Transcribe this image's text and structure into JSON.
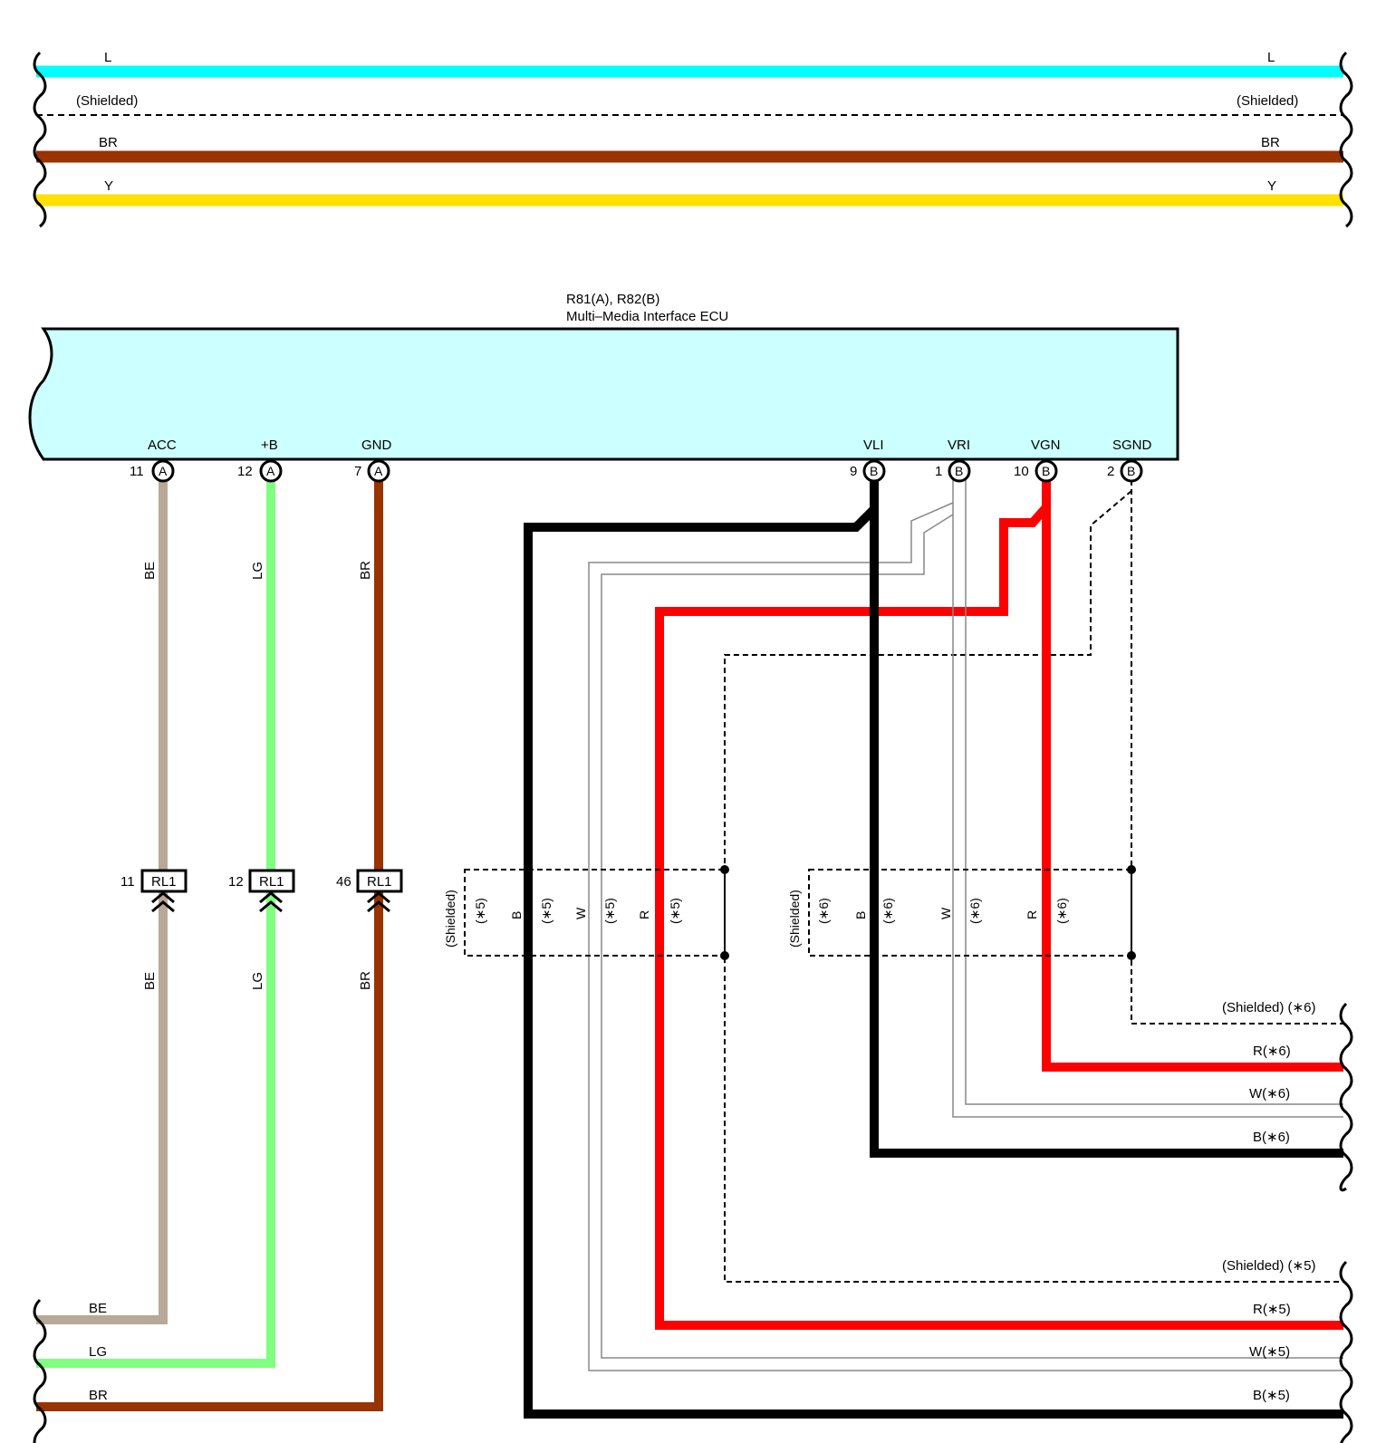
{
  "top_wires": [
    {
      "label": "L",
      "color": "#00ffff",
      "style": "solid"
    },
    {
      "label": "(Shielded)",
      "color": "#000000",
      "style": "dashed"
    },
    {
      "label": "BR",
      "color": "#993300",
      "style": "solid"
    },
    {
      "label": "Y",
      "color": "#ffe000",
      "style": "solid"
    }
  ],
  "ecu": {
    "title": "R81(A), R82(B)",
    "subtitle": "Multi–Media Interface ECU",
    "fill": "#ccffff",
    "pins": [
      {
        "name": "ACC",
        "num": "11",
        "conn": "A"
      },
      {
        "name": "+B",
        "num": "12",
        "conn": "A"
      },
      {
        "name": "GND",
        "num": "7",
        "conn": "A"
      },
      {
        "name": "VLI",
        "num": "9",
        "conn": "B"
      },
      {
        "name": "VRI",
        "num": "1",
        "conn": "B"
      },
      {
        "name": "VGN",
        "num": "10",
        "conn": "B"
      },
      {
        "name": "SGND",
        "num": "2",
        "conn": "B"
      }
    ]
  },
  "left_wires": [
    {
      "label": "BE",
      "color": "#b8a898",
      "connector": "RL1",
      "conn_pin": "11"
    },
    {
      "label": "LG",
      "color": "#80ff80",
      "connector": "RL1",
      "conn_pin": "12"
    },
    {
      "label": "BR",
      "color": "#993300",
      "connector": "RL1",
      "conn_pin": "46"
    }
  ],
  "shield_group_5": {
    "shield_label": "(Shielded)",
    "labels": [
      "(∗5)",
      "B",
      "(∗5)",
      "W",
      "(∗5)",
      "R",
      "(∗5)"
    ]
  },
  "shield_group_6": {
    "shield_label": "(Shielded)",
    "labels": [
      "(∗6)",
      "B",
      "(∗6)",
      "W",
      "(∗6)",
      "R",
      "(∗6)"
    ]
  },
  "right_outputs_6": [
    "(Shielded) (∗6)",
    "R(∗6)",
    "W(∗6)",
    "B(∗6)"
  ],
  "right_outputs_5": [
    "(Shielded) (∗5)",
    "R(∗5)",
    "W(∗5)",
    "B(∗5)"
  ],
  "colors": {
    "red": "#ff0000",
    "black": "#000000",
    "white_wire": "#888888"
  }
}
